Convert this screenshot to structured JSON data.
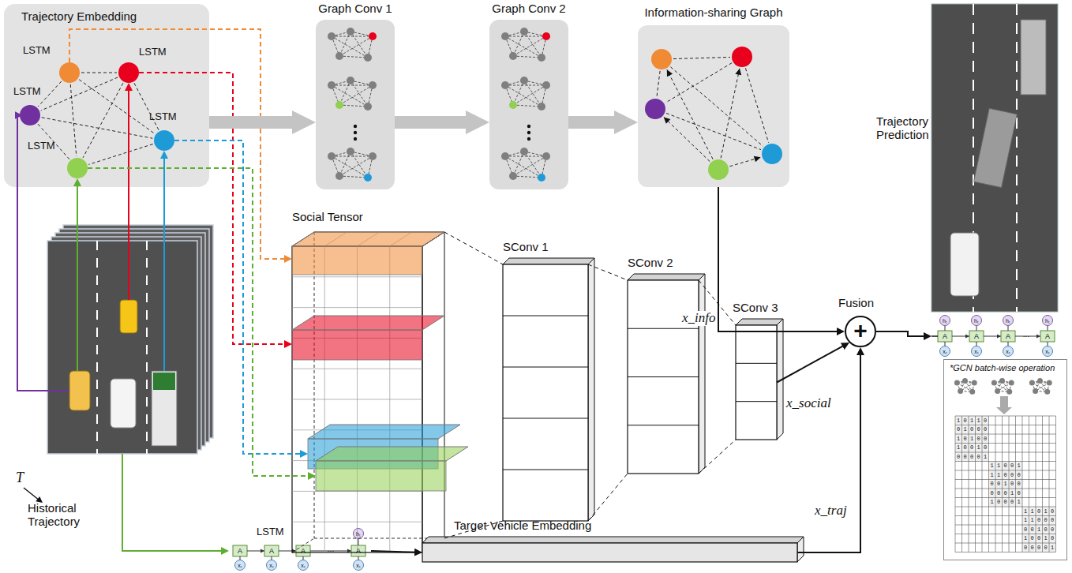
{
  "diagram": {
    "nodes": [
      {
        "text": [
          "Trajectory Embedding"
        ]
      },
      {
        "text": [
          "LSTM"
        ],
        "in": 0
      },
      {
        "text": [
          "LSTM"
        ],
        "in": 0
      },
      {
        "text": [
          "LSTM"
        ],
        "in": 0
      },
      {
        "text": [
          "LSTM"
        ],
        "in": 0
      },
      {
        "text": [
          "LSTM"
        ],
        "in": 0
      },
      {
        "text": [
          "Graph Conv 1"
        ]
      },
      {
        "text": [
          "Graph Conv 2"
        ]
      },
      {
        "text": [
          "Information-sharing Graph"
        ]
      },
      {
        "text": [
          "Historical Trajectory"
        ]
      },
      {
        "text": [
          "Social Tensor"
        ]
      },
      {
        "text": [
          "SConv 1"
        ]
      },
      {
        "text": [
          "SConv 2"
        ]
      },
      {
        "text": [
          "SConv 3"
        ]
      },
      {
        "text": [
          "Fusion",
          "+"
        ]
      },
      {
        "text": [
          "Trajectory Prediction"
        ]
      },
      {
        "text": [
          "LSTM"
        ]
      },
      {
        "text": [
          "Target Vehicle Embedding"
        ]
      },
      {
        "text": [
          "*GCN batch-wise operation"
        ]
      }
    ],
    "edges": [
      {
        "from": 9,
        "to": 3,
        "arrow": "to"
      },
      {
        "from": 9,
        "to": 5,
        "arrow": "to"
      },
      {
        "from": 9,
        "to": 2,
        "arrow": "to"
      },
      {
        "from": 9,
        "to": 4,
        "arrow": "to"
      },
      {
        "from": 1,
        "to": 10,
        "arrow": "to"
      },
      {
        "from": 2,
        "to": 10,
        "arrow": "to"
      },
      {
        "from": 4,
        "to": 10,
        "arrow": "to"
      },
      {
        "from": 5,
        "to": 10,
        "arrow": "to"
      },
      {
        "from": 0,
        "to": 6,
        "arrow": "to"
      },
      {
        "from": 6,
        "to": 7,
        "arrow": "to"
      },
      {
        "from": 7,
        "to": 8,
        "arrow": "to"
      },
      {
        "from": 10,
        "to": 11,
        "arrow": "none"
      },
      {
        "from": 11,
        "to": 12,
        "arrow": "none"
      },
      {
        "from": 12,
        "to": 13,
        "arrow": "none"
      },
      {
        "from": 8,
        "to": 14,
        "label": "x_info",
        "arrow": "to"
      },
      {
        "from": 13,
        "to": 14,
        "label": "x_social",
        "arrow": "to"
      },
      {
        "from": 17,
        "to": 14,
        "label": "x_traj",
        "arrow": "to"
      },
      {
        "from": 14,
        "to": 15,
        "arrow": "to"
      },
      {
        "from": 9,
        "to": 16,
        "arrow": "to"
      },
      {
        "from": 16,
        "to": 17,
        "arrow": "to"
      }
    ],
    "labels": [
      "T",
      "A",
      "A",
      "A",
      "...",
      "A",
      "hₜ",
      "xₜ",
      "xₜ",
      "xₜ",
      "xₜ",
      "hₜ",
      "hₜ",
      "hₜ",
      "hₜ",
      "A",
      "A",
      "A",
      "...",
      "A",
      "xₜ",
      "xₜ",
      "xₜ",
      "xₜ",
      "1 0 1 1 0",
      "0 1 0 0 0",
      "1 0 1 0 0",
      "1 0 0 1 0",
      "0 0 0 0 1",
      "1 1 0 0 1",
      "1 1 0 0 0",
      "0 0 1 0 0",
      "0 0 0 1 0",
      "1 0 0 0 1",
      "1 1 0 1 0",
      "1 1 0 0 0",
      "0 0 1 0 0",
      "1 0 0 1 0",
      "0 0 0 0 1"
    ]
  }
}
